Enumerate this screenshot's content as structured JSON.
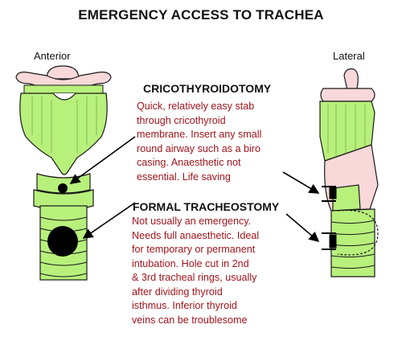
{
  "title": "EMERGENCY ACCESS TO TRACHEA",
  "views": {
    "anterior": "Anterior",
    "lateral": "Lateral"
  },
  "cricothyroidotomy": {
    "heading": "CRICOTHYROIDOTOMY",
    "lines": [
      "Quick, relatively easy stab",
      "through cricothyroid",
      "membrane.  Insert any small",
      "round airway such as a biro",
      "casing.  Anaesthetic not",
      "essential.  Life saving"
    ]
  },
  "tracheostomy": {
    "heading": "FORMAL TRACHEOSTOMY",
    "lines": [
      "Not usually an emergency.",
      "Needs full anaesthetic.  Ideal",
      "for temporary or permanent",
      "intubation.  Hole cut in 2nd",
      "& 3rd tracheal rings, usually",
      "after dividing thyroid",
      "isthmus.  Inferior thyroid",
      "veins can be troublesome"
    ]
  },
  "colors": {
    "cartilage": "#b8f07c",
    "tissue": "#f8d8d8",
    "outline": "#1a1a1a",
    "text_red": "#a0151b"
  }
}
